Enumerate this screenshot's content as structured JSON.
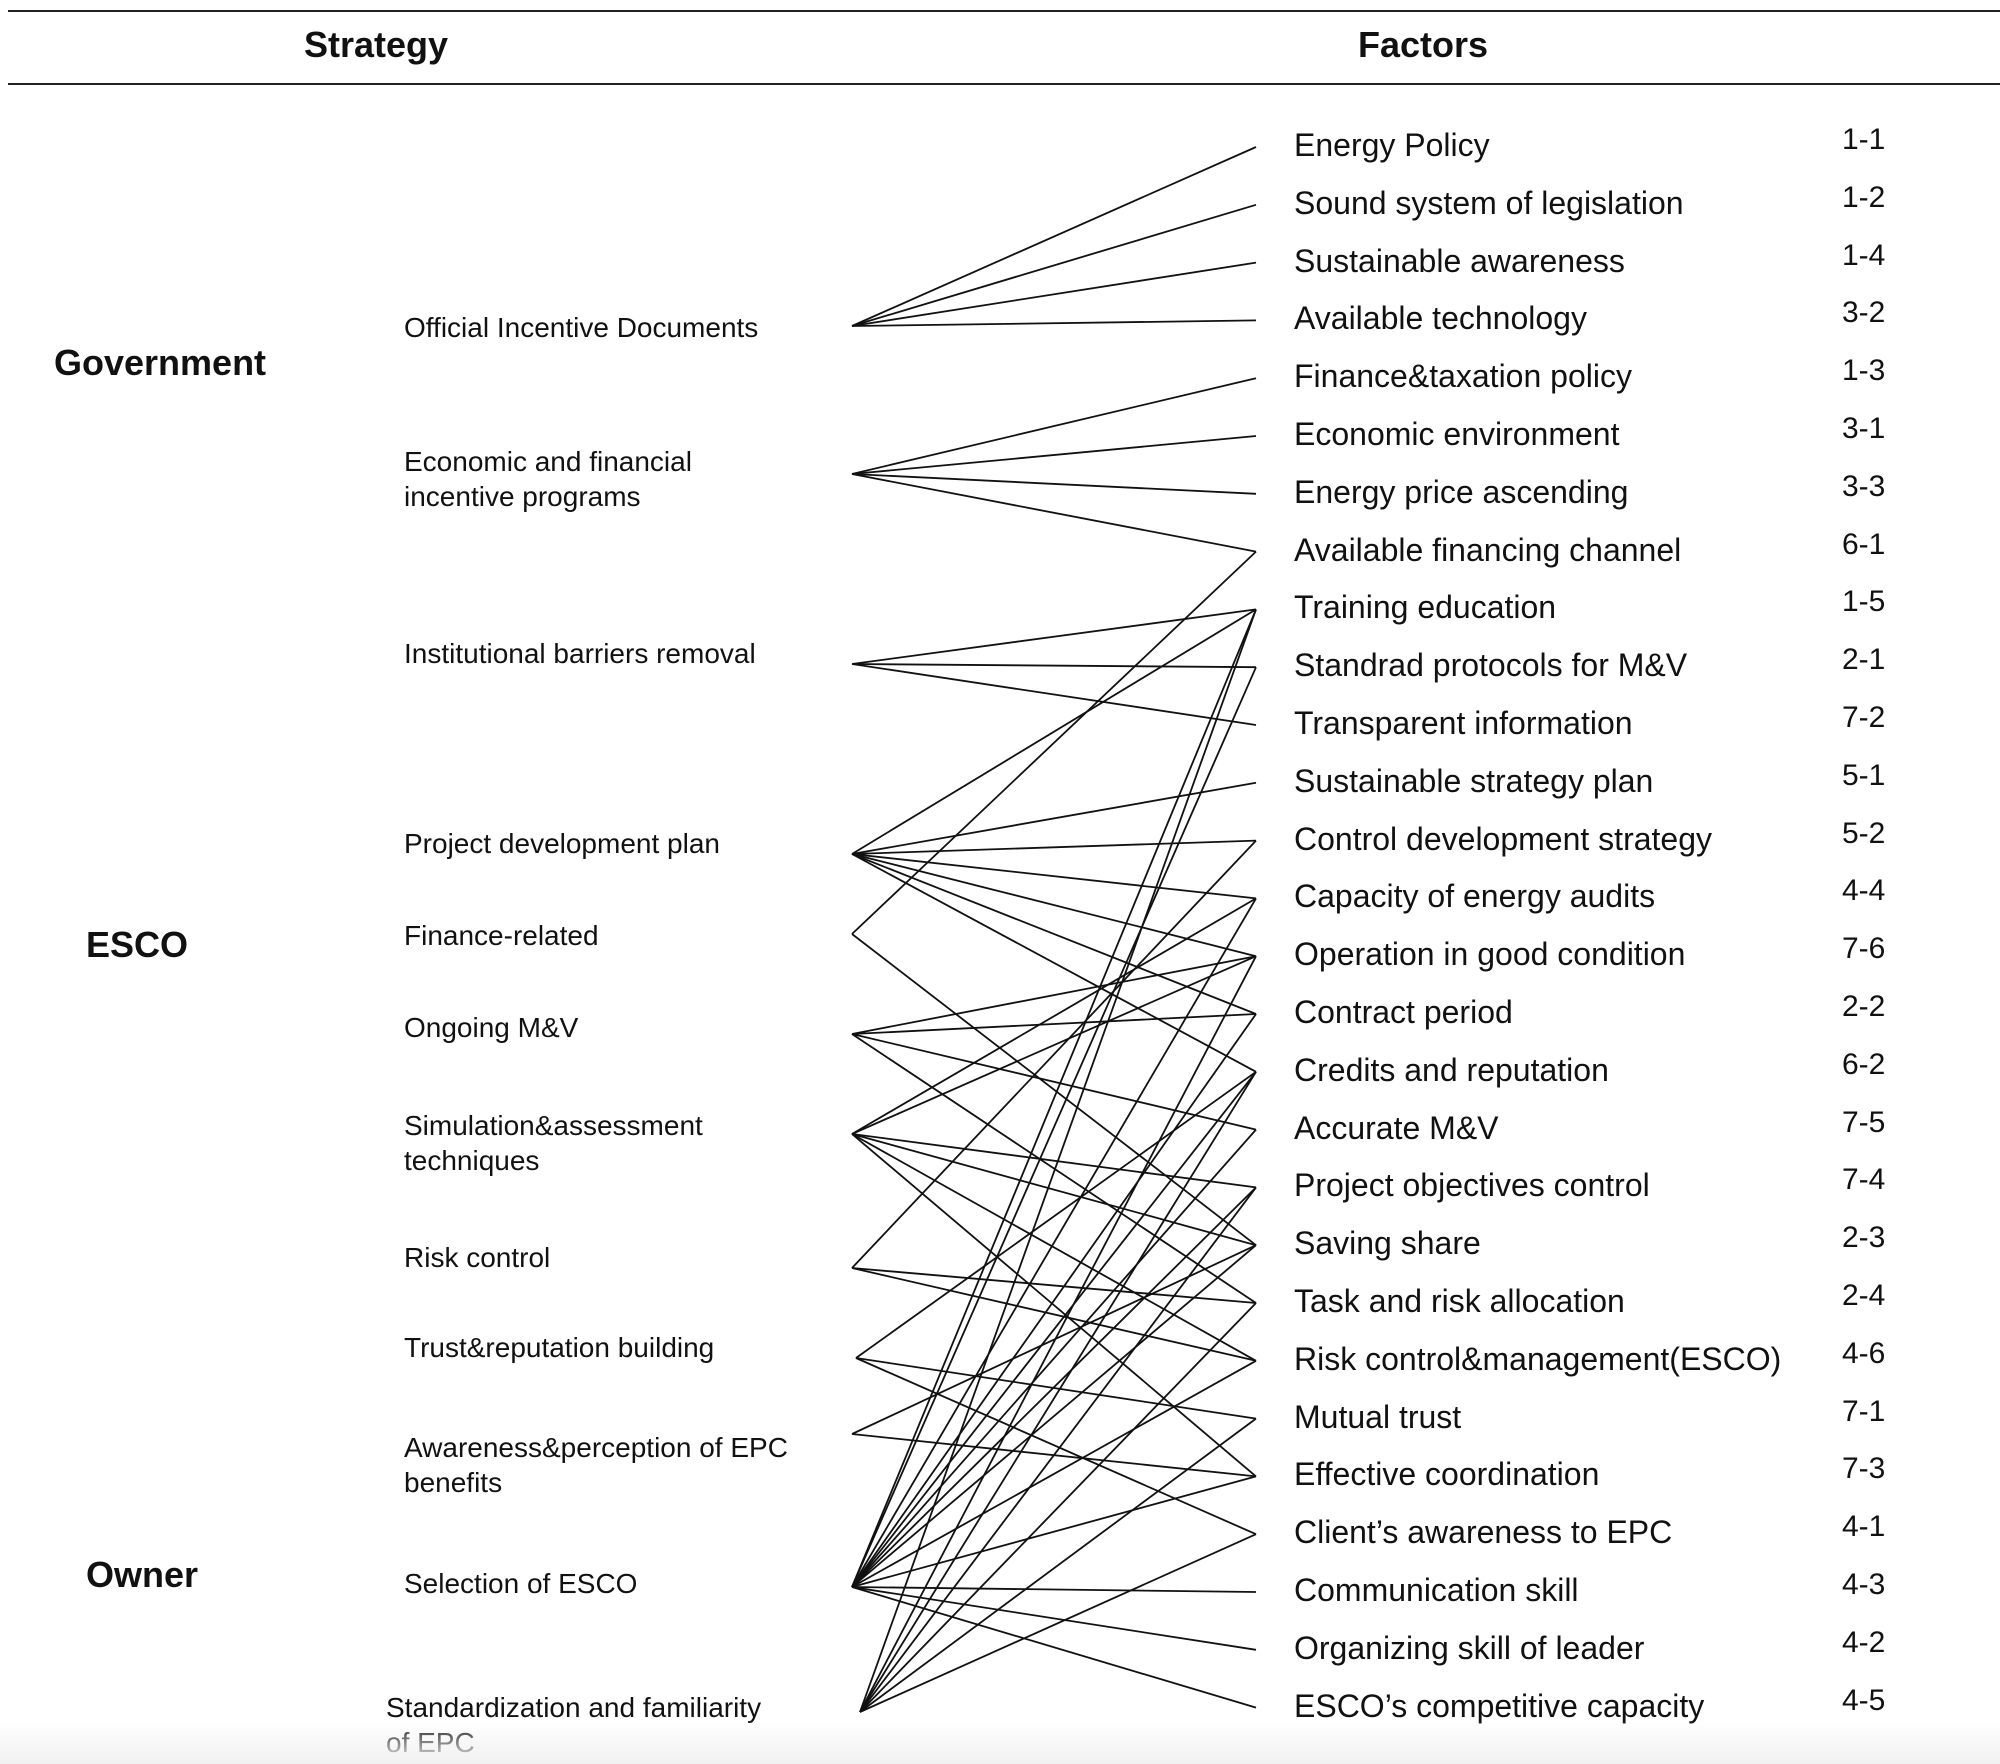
{
  "headers": {
    "strategy": "Strategy",
    "factors": "Factors"
  },
  "groups": [
    "Government",
    "ESCO",
    "Owner"
  ],
  "strategies": [
    "Official Incentive Documents",
    "Economic and financial\nincentive programs",
    "Institutional barriers removal",
    "Project development plan",
    "Finance-related",
    "Ongoing M&V",
    "Simulation&assessment\ntechniques",
    "Risk control",
    "Trust&reputation building",
    "Awareness&perception of EPC\nbenefits",
    "Selection of ESCO",
    "Standardization and familiarity\nof EPC"
  ],
  "factors": [
    {
      "label": "Energy Policy",
      "code": "1-1"
    },
    {
      "label": "Sound system of legislation",
      "code": "1-2"
    },
    {
      "label": "Sustainable awareness",
      "code": "1-4"
    },
    {
      "label": "Available technology",
      "code": "3-2"
    },
    {
      "label": "Finance&taxation policy",
      "code": "1-3"
    },
    {
      "label": "Economic environment",
      "code": "3-1"
    },
    {
      "label": "Energy price ascending",
      "code": "3-3"
    },
    {
      "label": "Available financing channel",
      "code": "6-1"
    },
    {
      "label": "Training education",
      "code": "1-5"
    },
    {
      "label": "Standrad protocols for M&V",
      "code": "2-1"
    },
    {
      "label": "Transparent information",
      "code": "7-2"
    },
    {
      "label": "Sustainable strategy plan",
      "code": "5-1"
    },
    {
      "label": "Control development strategy",
      "code": "5-2"
    },
    {
      "label": "Capacity of energy audits",
      "code": "4-4"
    },
    {
      "label": "Operation in good condition",
      "code": "7-6"
    },
    {
      "label": "Contract period",
      "code": "2-2"
    },
    {
      "label": "Credits and reputation",
      "code": "6-2"
    },
    {
      "label": "Accurate M&V",
      "code": "7-5"
    },
    {
      "label": "Project objectives control",
      "code": "7-4"
    },
    {
      "label": "Saving share",
      "code": "2-3"
    },
    {
      "label": "Task and risk allocation",
      "code": "2-4"
    },
    {
      "label": "Risk control&management(ESCO)",
      "code": "4-6"
    },
    {
      "label": "Mutual trust",
      "code": "7-1"
    },
    {
      "label": "Effective coordination",
      "code": "7-3"
    },
    {
      "label": "Client’s awareness to EPC",
      "code": "4-1"
    },
    {
      "label": "Communication skill",
      "code": "4-3"
    },
    {
      "label": "Organizing skill of leader",
      "code": "4-2"
    },
    {
      "label": "ESCO’s competitive capacity",
      "code": "4-5"
    }
  ],
  "links": [
    [
      0,
      0
    ],
    [
      0,
      1
    ],
    [
      0,
      2
    ],
    [
      0,
      3
    ],
    [
      1,
      4
    ],
    [
      1,
      5
    ],
    [
      1,
      6
    ],
    [
      1,
      7
    ],
    [
      2,
      8
    ],
    [
      2,
      9
    ],
    [
      2,
      10
    ],
    [
      3,
      8
    ],
    [
      3,
      11
    ],
    [
      3,
      12
    ],
    [
      3,
      13
    ],
    [
      3,
      14
    ],
    [
      3,
      15
    ],
    [
      3,
      16
    ],
    [
      4,
      7
    ],
    [
      4,
      19
    ],
    [
      5,
      14
    ],
    [
      5,
      15
    ],
    [
      5,
      17
    ],
    [
      5,
      20
    ],
    [
      6,
      13
    ],
    [
      6,
      14
    ],
    [
      6,
      18
    ],
    [
      6,
      19
    ],
    [
      6,
      21
    ],
    [
      6,
      23
    ],
    [
      7,
      12
    ],
    [
      7,
      20
    ],
    [
      7,
      21
    ],
    [
      8,
      16
    ],
    [
      8,
      22
    ],
    [
      8,
      24
    ],
    [
      9,
      19
    ],
    [
      9,
      23
    ],
    [
      10,
      8
    ],
    [
      10,
      9
    ],
    [
      10,
      13
    ],
    [
      10,
      15
    ],
    [
      10,
      16
    ],
    [
      10,
      17
    ],
    [
      10,
      18
    ],
    [
      10,
      19
    ],
    [
      10,
      21
    ],
    [
      10,
      23
    ],
    [
      10,
      25
    ],
    [
      10,
      26
    ],
    [
      10,
      27
    ],
    [
      11,
      8
    ],
    [
      11,
      14
    ],
    [
      11,
      16
    ],
    [
      11,
      18
    ],
    [
      11,
      20
    ],
    [
      11,
      22
    ],
    [
      11,
      24
    ]
  ]
}
